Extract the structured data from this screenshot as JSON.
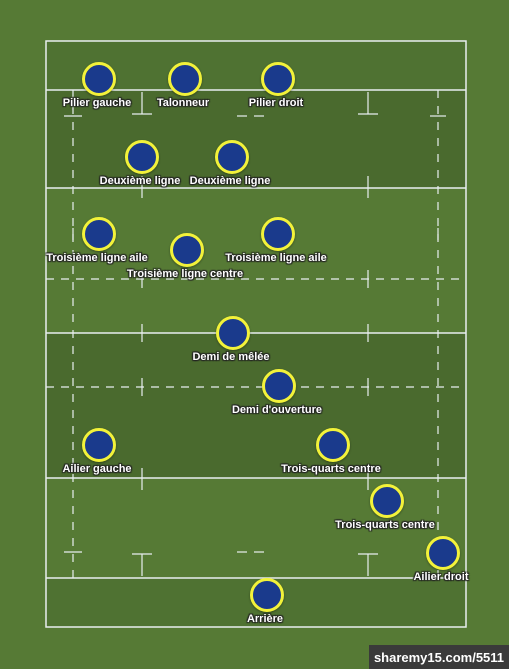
{
  "colors": {
    "grass": "#567a35",
    "in_goal": "#4f7232",
    "band": "#4a6a2e",
    "lines": "#e8eef0",
    "player_fill": "#1a3a8c",
    "player_ring": "#f2f23a"
  },
  "players": [
    {
      "label": "Pilier gauche"
    },
    {
      "label": "Talonneur"
    },
    {
      "label": "Pilier droit"
    },
    {
      "label": "Deuxième ligne"
    },
    {
      "label": "Deuxième ligne"
    },
    {
      "label": "Troisième ligne aile"
    },
    {
      "label": "Troisième ligne centre"
    },
    {
      "label": "Troisième ligne aile"
    },
    {
      "label": "Demi de mêlée"
    },
    {
      "label": "Demi d'ouverture"
    },
    {
      "label": "Ailier gauche"
    },
    {
      "label": "Trois-quarts centre"
    },
    {
      "label": "Trois-quarts centre"
    },
    {
      "label": "Ailier droit"
    },
    {
      "label": "Arrière"
    }
  ],
  "watermark": "sharemy15.com/5511"
}
